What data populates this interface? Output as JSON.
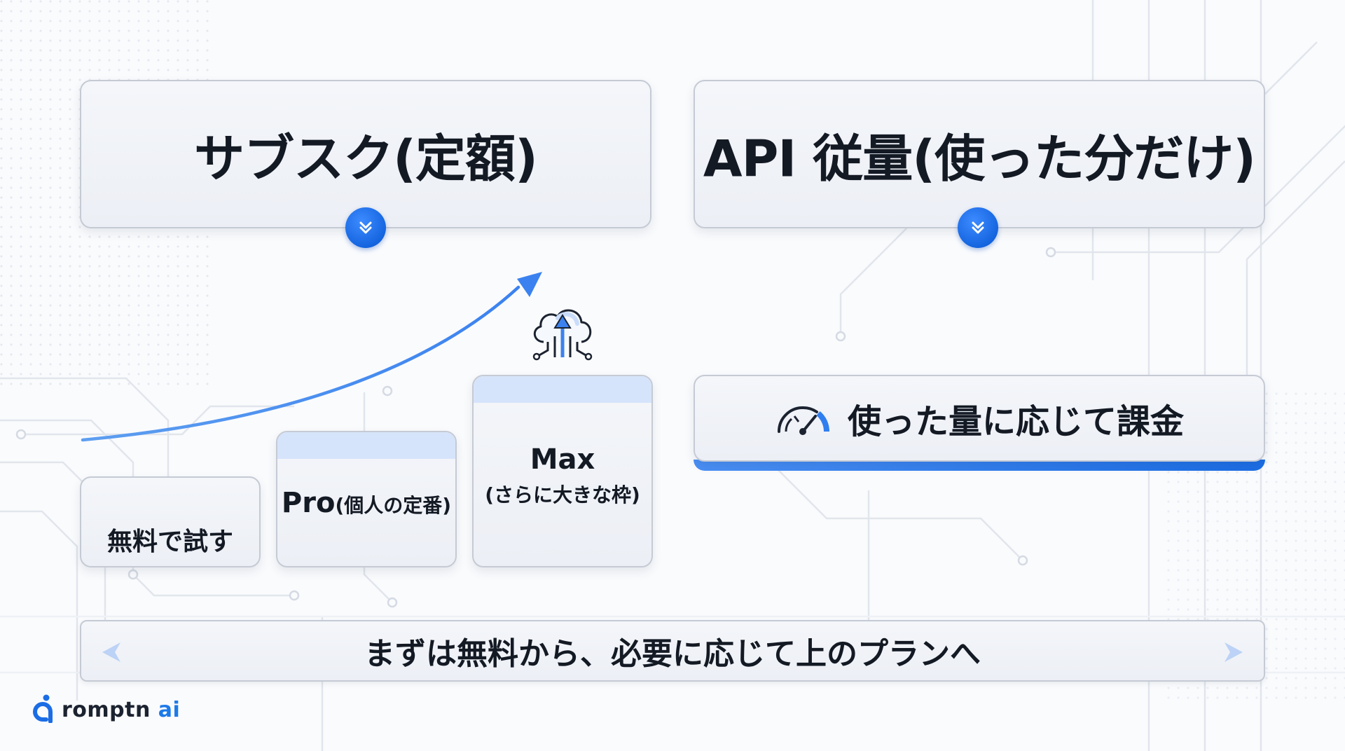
{
  "panels": {
    "subscription_title": "サブスク(定額)",
    "api_title": "API 従量(使った分だけ)"
  },
  "plans": {
    "free_label": "無料で試す",
    "pro_name": "Pro",
    "pro_note": "(個人の定番)",
    "max_name": "Max",
    "max_note": "(さらに大きな枠)"
  },
  "usage_billing_label": "使った量に応じて課金",
  "banner_text": "まずは無料から、必要に応じて上のプランへ",
  "brand": {
    "name_part": "romptn",
    "ai_part": "ai",
    "accent_color": "#1b6de5"
  },
  "icons": [
    "chevron-double-down-icon",
    "cloud-upload-icon",
    "speedometer-icon",
    "arrow-left-icon",
    "arrow-right-icon",
    "brand-logo-icon"
  ]
}
